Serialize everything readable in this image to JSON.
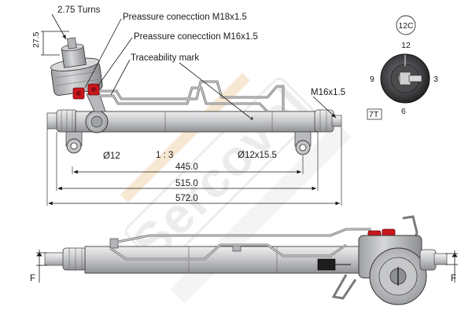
{
  "annotations": {
    "turns": "2.75 Turns",
    "pressure_m18": "Preassure conecction M18x1.5",
    "pressure_m16": "Preassure conecction M16x1.5",
    "traceability": "Traceability mark",
    "thread_m16": "M16x1.5",
    "angle_dim": "27.5",
    "dia_12": "Ø12",
    "ratio": "1 : 3",
    "dia_12_15": "Ø12x15.5",
    "dim_445": "445.0",
    "dim_515": "515.0",
    "dim_572": "572.0",
    "force_left": "F",
    "force_right": "F"
  },
  "clock": {
    "label_12c": "12C",
    "pos_12": "12",
    "pos_3": "3",
    "pos_6": "6",
    "pos_9": "9",
    "label_7t": "7T"
  },
  "watermark": "Sercovel",
  "colors": {
    "housing": "#c8c9cb",
    "housing_dark": "#8e9093",
    "line": "#2a2a2a",
    "cap_red": "#c8161d",
    "watermark": "#e9e9e9",
    "watermark_accent": "#f4d9b8"
  }
}
